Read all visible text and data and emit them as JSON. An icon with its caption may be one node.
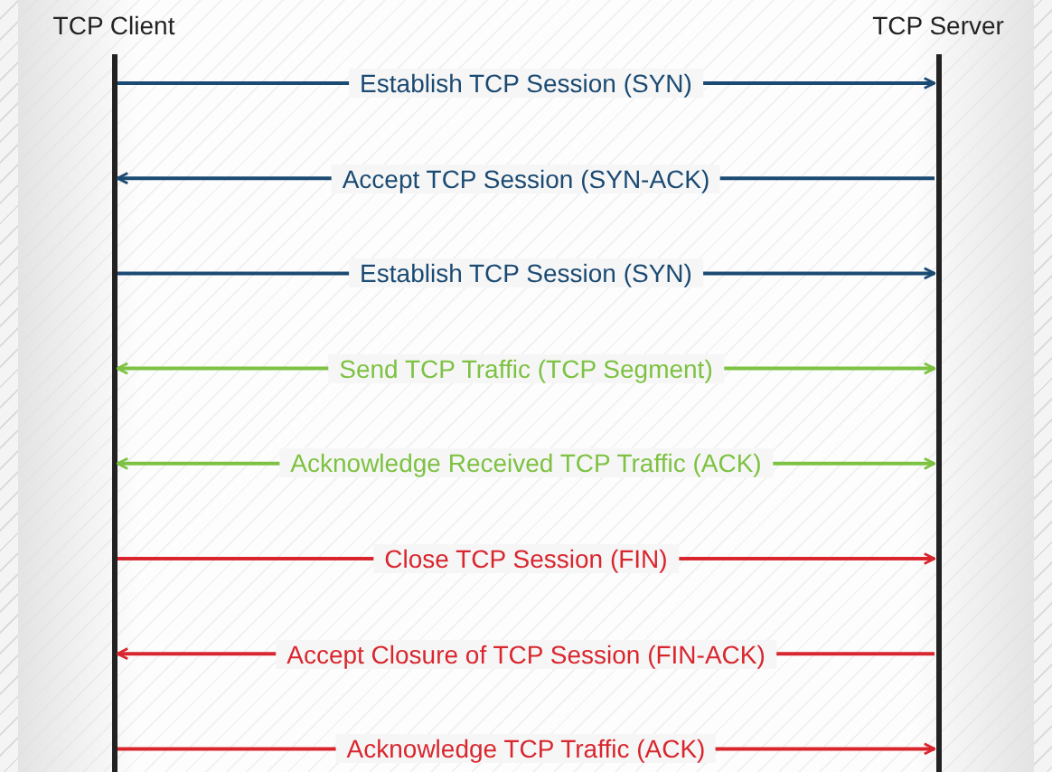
{
  "diagram": {
    "nodes": [
      {
        "text": [
          "TCP Client"
        ]
      },
      {
        "text": [
          "TCP Server"
        ]
      }
    ],
    "edges": [
      {
        "from": 0,
        "to": 1,
        "arrow": "to",
        "label": "Establish TCP Session (SYN)",
        "color": "#1b4a72"
      },
      {
        "from": 1,
        "to": 0,
        "arrow": "to",
        "label": "Accept TCP Session (SYN-ACK)",
        "color": "#1b4a72"
      },
      {
        "from": 0,
        "to": 1,
        "arrow": "to",
        "label": "Establish TCP Session (SYN)",
        "color": "#1b4a72"
      },
      {
        "from": 0,
        "to": 1,
        "arrow": "both",
        "label": "Send TCP Traffic (TCP Segment)",
        "color": "#7dc242"
      },
      {
        "from": 0,
        "to": 1,
        "arrow": "both",
        "label": "Acknowledge Received TCP Traffic (ACK)",
        "color": "#7dc242"
      },
      {
        "from": 0,
        "to": 1,
        "arrow": "to",
        "label": "Close TCP Session (FIN)",
        "color": "#d9262e"
      },
      {
        "from": 1,
        "to": 0,
        "arrow": "to",
        "label": "Accept Closure of TCP Session (FIN-ACK)",
        "color": "#d9262e"
      },
      {
        "from": 0,
        "to": 1,
        "arrow": "to",
        "label": "Acknowledge TCP Traffic (ACK)",
        "color": "#d9262e"
      }
    ]
  }
}
